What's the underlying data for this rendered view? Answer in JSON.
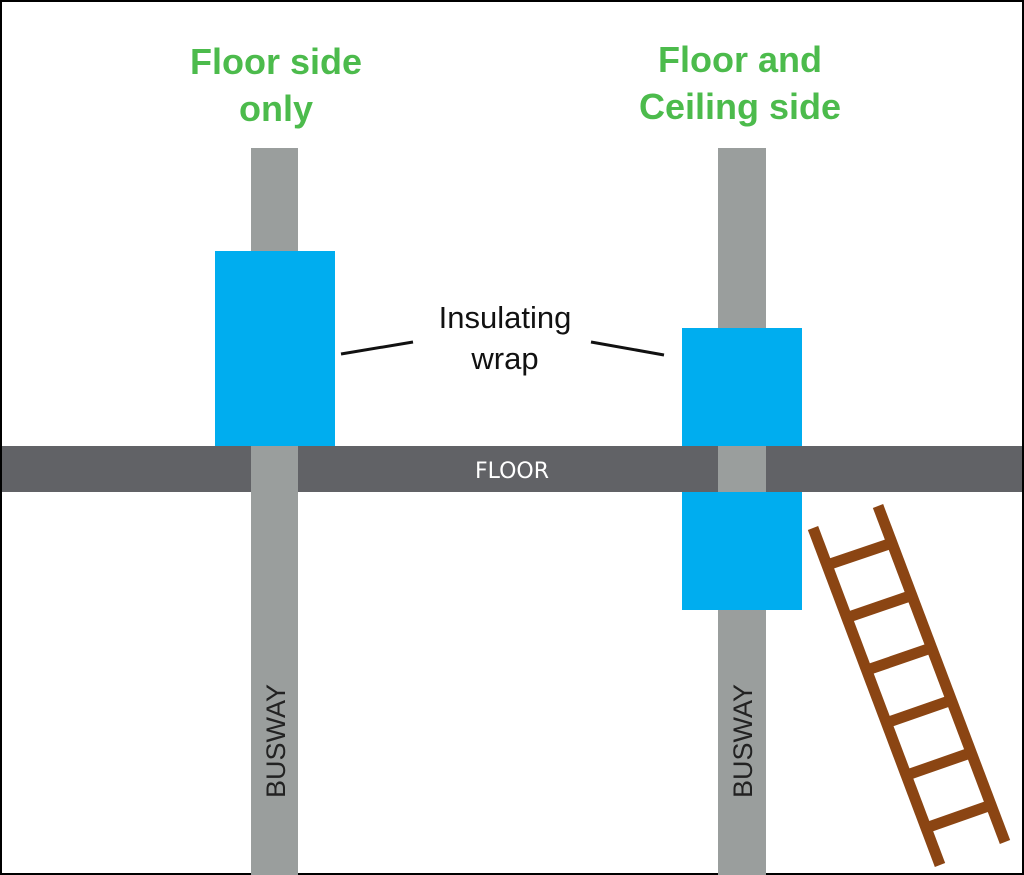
{
  "titles": {
    "left": [
      "Floor side",
      "only"
    ],
    "right": [
      "Floor and",
      "Ceiling side"
    ]
  },
  "callout": [
    "Insulating",
    "wrap"
  ],
  "floor_label": "FLOOR",
  "busway_labels": [
    "BUSWAY",
    "BUSWAY"
  ],
  "colors": {
    "title": "#4cbb4c",
    "wrap": "#00adef",
    "busway": "#9a9e9d",
    "floor": "#616266",
    "ladder": "#8b4513"
  },
  "ladder_rungs": 6
}
